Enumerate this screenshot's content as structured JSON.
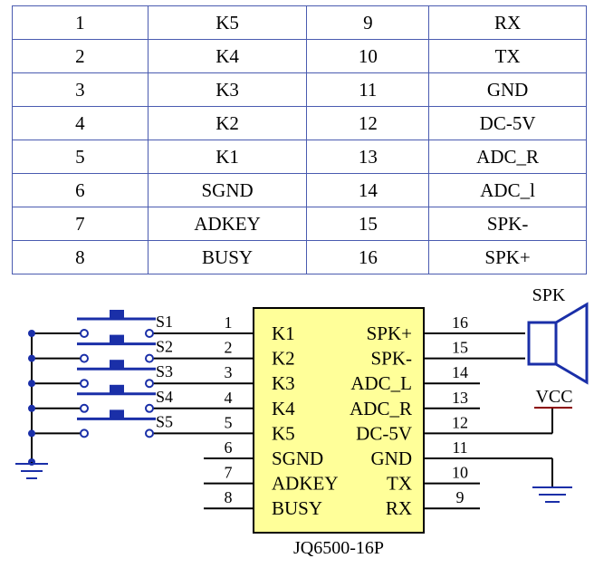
{
  "pin_table": [
    [
      "1",
      "K5",
      "9",
      "RX"
    ],
    [
      "2",
      "K4",
      "10",
      "TX"
    ],
    [
      "3",
      "K3",
      "11",
      "GND"
    ],
    [
      "4",
      "K2",
      "12",
      "DC-5V"
    ],
    [
      "5",
      "K1",
      "13",
      "ADC_R"
    ],
    [
      "6",
      "SGND",
      "14",
      "ADC_l"
    ],
    [
      "7",
      "ADKEY",
      "15",
      "SPK-"
    ],
    [
      "8",
      "BUSY",
      "16",
      "SPK+"
    ]
  ],
  "schematic": {
    "chip_name": "JQ6500-16P",
    "left_pins": [
      {
        "num": "1",
        "name": "K1"
      },
      {
        "num": "2",
        "name": "K2"
      },
      {
        "num": "3",
        "name": "K3"
      },
      {
        "num": "4",
        "name": "K4"
      },
      {
        "num": "5",
        "name": "K5"
      },
      {
        "num": "6",
        "name": "SGND"
      },
      {
        "num": "7",
        "name": "ADKEY"
      },
      {
        "num": "8",
        "name": "BUSY"
      }
    ],
    "right_pins": [
      {
        "num": "16",
        "name": "SPK+"
      },
      {
        "num": "15",
        "name": "SPK-"
      },
      {
        "num": "14",
        "name": "ADC_L"
      },
      {
        "num": "13",
        "name": "ADC_R"
      },
      {
        "num": "12",
        "name": "DC-5V"
      },
      {
        "num": "11",
        "name": "GND"
      },
      {
        "num": "10",
        "name": "TX"
      },
      {
        "num": "9",
        "name": "RX"
      }
    ],
    "switches": [
      "S1",
      "S2",
      "S3",
      "S4",
      "S5"
    ],
    "speaker_label": "SPK",
    "vcc_label": "VCC",
    "colors": {
      "chip_fill": "#ffff99",
      "chip_border": "#000000",
      "wire": "#000000",
      "switch": "#1a2fa8",
      "label_blue": "#1a2fa8",
      "vcc_red": "#8b0000",
      "power": "#1a2fa8",
      "junction": "#1a2fa8",
      "table_border": "#4a5bb0"
    }
  }
}
